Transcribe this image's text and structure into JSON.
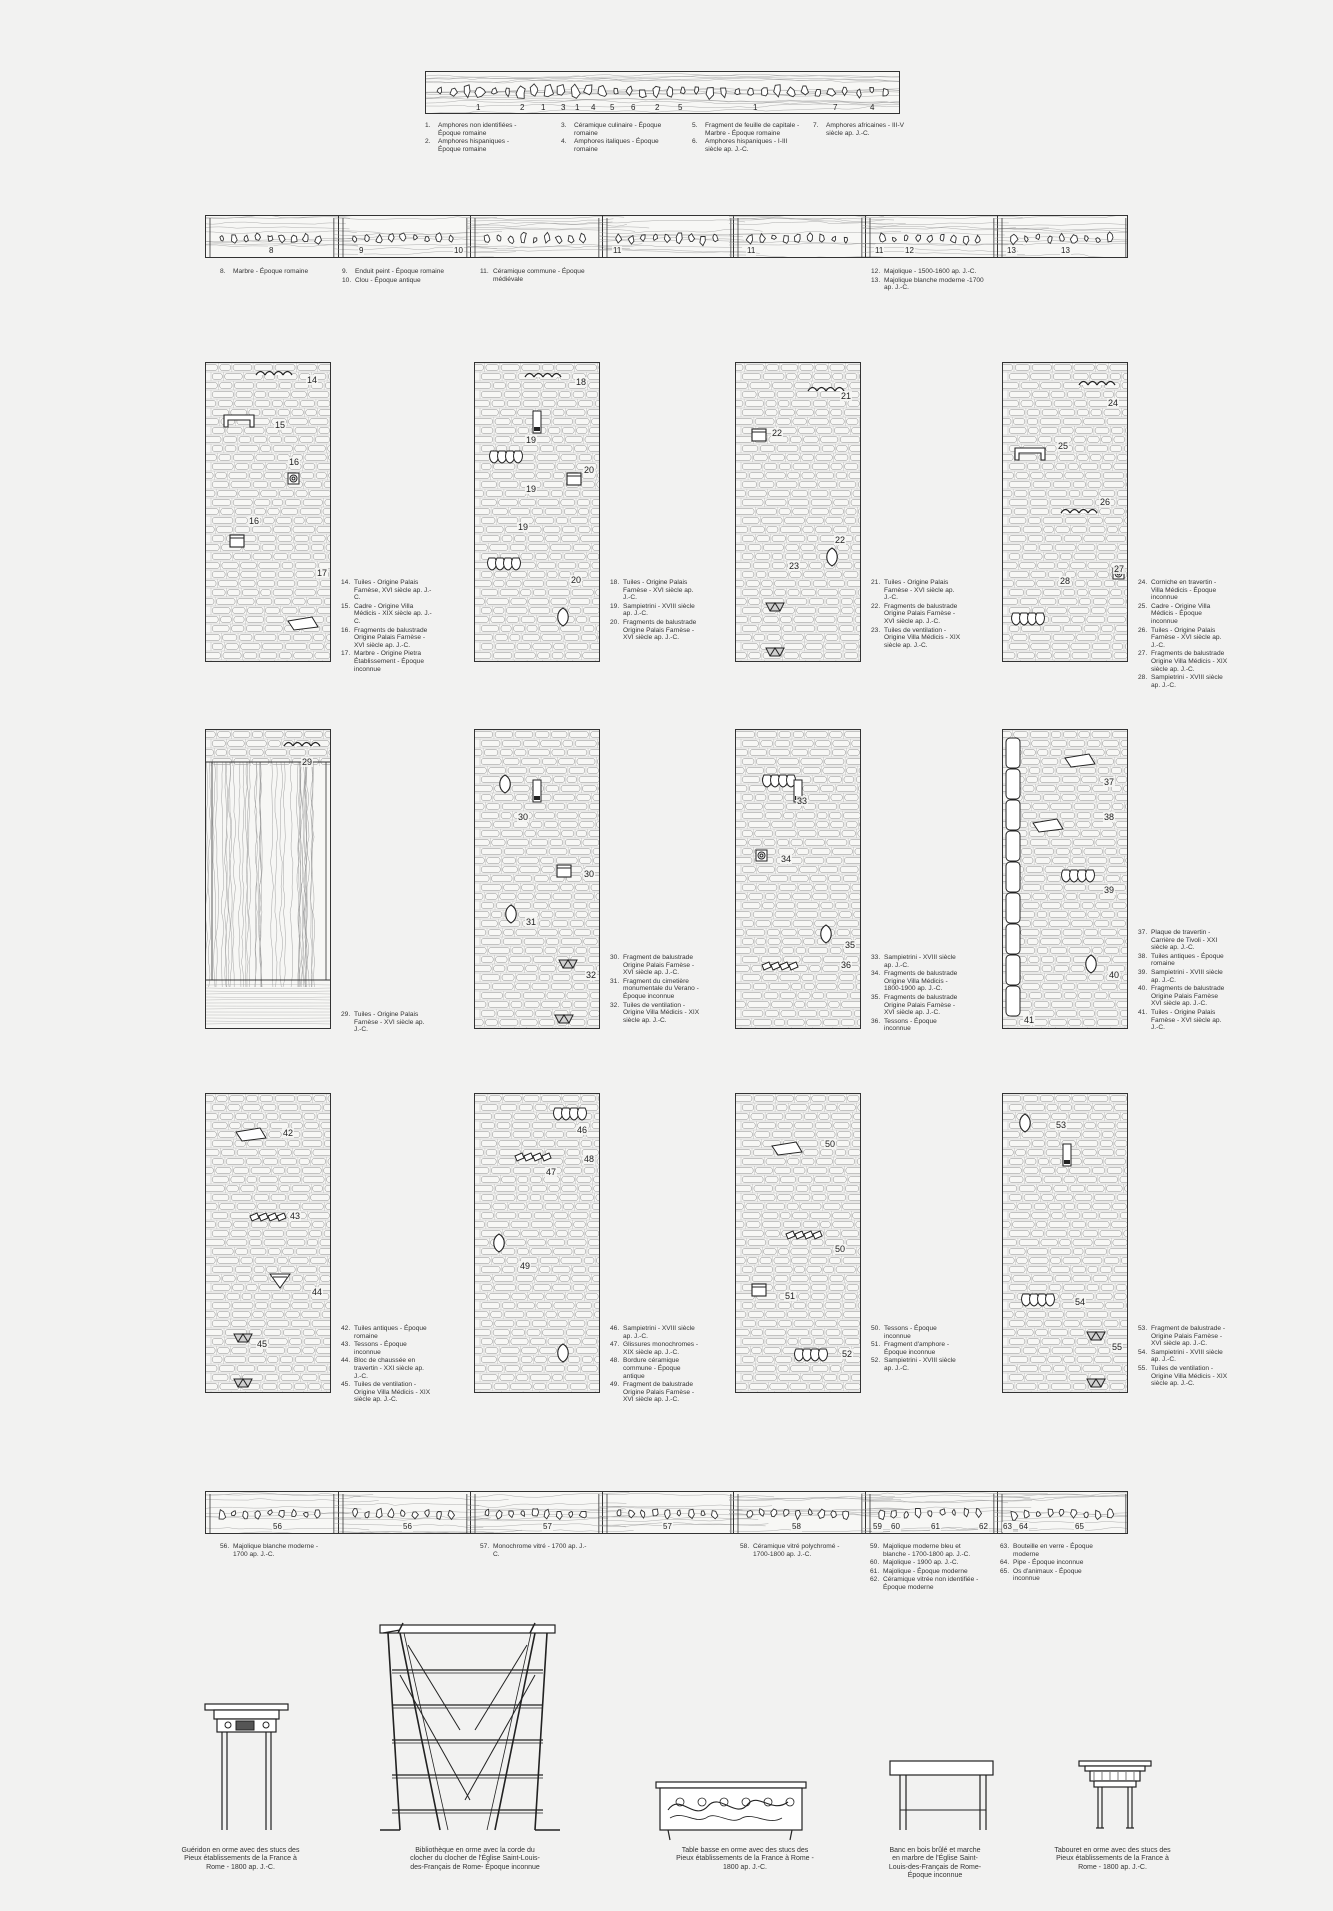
{
  "top_strip": {
    "numbers": [
      "1",
      "2",
      "1",
      "3",
      "1",
      "4",
      "5",
      "6",
      "2",
      "5",
      "1",
      "7",
      "4"
    ],
    "legend": [
      {
        "items": [
          [
            "1.",
            "Amphores non identifiées - Époque romaine"
          ],
          [
            "2.",
            "Amphores hispaniques - Époque romaine"
          ]
        ]
      },
      {
        "items": [
          [
            "3.",
            "Céramique culinaire - Époque romaine"
          ],
          [
            "4.",
            "Amphores italiques - Époque romaine"
          ]
        ]
      },
      {
        "items": [
          [
            "5.",
            "Fragment de feuille de capitale - Marbre - Époque romaine"
          ],
          [
            "6.",
            "Amphores hispaniques - I-III siècle ap. J.-C."
          ]
        ]
      },
      {
        "items": [
          [
            "7.",
            "Amphores africaines - III-V siècle ap. J.-C."
          ]
        ]
      }
    ]
  },
  "strip2": {
    "segments": [
      "8",
      "9",
      "10",
      "11",
      "11",
      "11",
      "12",
      "13",
      "13"
    ],
    "legend": [
      {
        "items": [
          [
            "8.",
            "Marbre - Époque romaine"
          ]
        ]
      },
      {
        "items": [
          [
            "9.",
            "Enduit peint - Époque romaine"
          ],
          [
            "10.",
            "Clou - Époque antique"
          ]
        ]
      },
      {
        "items": [
          [
            "11.",
            "Céramique commune - Époque médiévale"
          ]
        ]
      },
      {
        "items": [
          [
            "12.",
            "Majolique - 1500-1600 ap. J.-C."
          ],
          [
            "13.",
            "Majolique blanche moderne -1700 ap. J.-C."
          ]
        ]
      }
    ]
  },
  "panels_row1": [
    {
      "labels": [
        "14",
        "15",
        "16",
        "16",
        "17"
      ],
      "legend": [
        [
          "14.",
          "Tuiles - Origine Palais Farnèse, XVI siècle ap. J.-C."
        ],
        [
          "15.",
          "Cadre - Origine Villa Médicis - XIX siècle ap. J.-C."
        ],
        [
          "16.",
          "Fragments de balustrade Origine Palais Farnèse - XVI siècle ap. J.-C."
        ],
        [
          "17.",
          "Marbre - Origine Pietra Établissement - Époque inconnue"
        ]
      ]
    },
    {
      "labels": [
        "18",
        "19",
        "19",
        "20",
        "19",
        "20"
      ],
      "legend": [
        [
          "18.",
          "Tuiles - Origine Palais Farnèse - XVI siècle ap. J.-C."
        ],
        [
          "19.",
          "Sampietrini - XVIII siècle ap. J.-C."
        ],
        [
          "20.",
          "Fragments de balustrade Origine Palais Farnèse - XVI siècle ap. J.-C."
        ]
      ]
    },
    {
      "labels": [
        "21",
        "22",
        "22",
        "23"
      ],
      "legend": [
        [
          "21.",
          "Tuiles - Origine Palais Farnèse - XVI siècle ap. J.-C."
        ],
        [
          "22.",
          "Fragments de balustrade Origine Palais Farnèse - XVI siècle ap. J.-C."
        ],
        [
          "23.",
          "Tuiles de ventilation - Origine Villa Médicis - XIX siècle ap. J.-C."
        ]
      ]
    },
    {
      "labels": [
        "24",
        "25",
        "26",
        "27",
        "28"
      ],
      "legend": [
        [
          "24.",
          "Corniche en travertin - Villa Médicis - Époque inconnue"
        ],
        [
          "25.",
          "Cadre - Origine Villa Médicis - Époque inconnue"
        ],
        [
          "26.",
          "Tuiles - Origine Palais Farnèse - XVI siècle ap. J.-C."
        ],
        [
          "27.",
          "Fragments de balustrade Origine Villa Médicis - XIX siècle ap. J.-C."
        ],
        [
          "28.",
          "Sampietrini - XVIII siècle ap. J.-C."
        ]
      ]
    }
  ],
  "panels_row2": [
    {
      "labels": [
        "29"
      ],
      "legend": [
        [
          "29.",
          "Tuiles - Origine Palais Farnèse - XVI siècle ap. J.-C."
        ]
      ]
    },
    {
      "labels": [
        "30",
        "30",
        "31",
        "32"
      ],
      "legend": [
        [
          "30.",
          "Fragment de balustrade Origine Palais Farnèse - XVI siècle ap. J.-C."
        ],
        [
          "31.",
          "Fragment du cimetière monumentale du Verano - Époque inconnue"
        ],
        [
          "32.",
          "Tuiles de ventilation - Origine Villa Médicis - XIX siècle ap. J.-C."
        ]
      ]
    },
    {
      "labels": [
        "33",
        "34",
        "35",
        "36"
      ],
      "legend": [
        [
          "33.",
          "Sampietrini - XVIII siècle ap. J.-C."
        ],
        [
          "34.",
          "Fragments de balustrade Origine Villa Médicis - 1800-1900 ap. J.-C."
        ],
        [
          "35.",
          "Fragments de balustrade Origine Palais Farnèse - XVI siècle ap. J.-C."
        ],
        [
          "36.",
          "Tessons - Époque inconnue"
        ]
      ]
    },
    {
      "labels": [
        "37",
        "38",
        "39",
        "40",
        "41"
      ],
      "legend": [
        [
          "37.",
          "Plaque de travertin - Carrière de Tivoli - XXI siècle ap. J.-C."
        ],
        [
          "38.",
          "Tuiles antiques - Époque romaine"
        ],
        [
          "39.",
          "Sampietrini - XVIII siècle ap. J.-C."
        ],
        [
          "40.",
          "Fragments de balustrade Origine Palais Farnèse XVI siècle ap. J.-C."
        ],
        [
          "41.",
          "Tuiles - Origine Palais Farnèse - XVI siècle ap. J.-C."
        ]
      ]
    }
  ],
  "panels_row3": [
    {
      "labels": [
        "42",
        "43",
        "44",
        "45"
      ],
      "legend": [
        [
          "42.",
          "Tuiles antiques - Époque romaine"
        ],
        [
          "43.",
          "Tessons - Époque inconnue"
        ],
        [
          "44.",
          "Bloc de chaussée en travertin - XXI siècle ap. J.-C."
        ],
        [
          "45.",
          "Tuiles de ventilation - Origine Villa Médicis - XIX siècle ap. J.-C."
        ]
      ]
    },
    {
      "labels": [
        "46",
        "48",
        "47",
        "49"
      ],
      "legend": [
        [
          "46.",
          "Sampietrini - XVIII siècle ap. J.-C."
        ],
        [
          "47.",
          "Glissures monochromes - XIX siècle ap. J.-C."
        ],
        [
          "48.",
          "Bordure céramique commune - Époque antique"
        ],
        [
          "49.",
          "Fragment de balustrade Origine Palais Farnèse - XVI siècle ap. J.-C."
        ]
      ]
    },
    {
      "labels": [
        "50",
        "50",
        "51",
        "52"
      ],
      "legend": [
        [
          "50.",
          "Tessons - Époque inconnue"
        ],
        [
          "51.",
          "Fragment d'amphore - Époque inconnue"
        ],
        [
          "52.",
          "Sampietrini - XVIII siècle ap. J.-C."
        ]
      ]
    },
    {
      "labels": [
        "53",
        "54",
        "55"
      ],
      "legend": [
        [
          "53.",
          "Fragment de balustrade - Origine Palais Farnèse - XVI siècle ap. J.-C."
        ],
        [
          "54.",
          "Sampietrini - XVIII siècle ap. J.-C."
        ],
        [
          "55.",
          "Tuiles de ventilation - Origine Villa Médicis - XIX siècle ap. J.-C."
        ]
      ]
    }
  ],
  "strip3": {
    "segments": [
      "56",
      "56",
      "57",
      "57",
      "58",
      "59",
      "60",
      "61",
      "62",
      "63",
      "64",
      "65"
    ],
    "legend": [
      {
        "items": [
          [
            "56.",
            "Majolique blanche moderne - 1700 ap. J.-C."
          ]
        ]
      },
      {
        "items": [
          [
            "57.",
            "Monochrome vitré - 1700 ap. J.-C."
          ]
        ]
      },
      {
        "items": [
          [
            "58.",
            "Céramique vitré polychromé - 1700-1800 ap. J.-C."
          ]
        ]
      },
      {
        "items": [
          [
            "59.",
            "Majolique moderne bleu et blanche - 1700-1800 ap. J.-C."
          ],
          [
            "60.",
            "Majolique - 1900 ap. J.-C."
          ],
          [
            "61.",
            "Majolique - Époque moderne"
          ],
          [
            "62.",
            "Céramique vitrée non identifiée - Époque moderne"
          ]
        ]
      },
      {
        "items": [
          [
            "63.",
            "Bouteille en verre - Époque moderne"
          ],
          [
            "64.",
            "Pipe - Époque inconnue"
          ],
          [
            "65.",
            "Os d'animaux - Époque inconnue"
          ]
        ]
      }
    ]
  },
  "furniture": [
    {
      "caption": "Guéridon en orme avec des stucs des Pieux établissements de la France à Rome - 1800 ap. J.-C."
    },
    {
      "caption": "Bibliothèque en orme avec la corde du clocher du clocher de l'Église Saint-Louis-des-Français de Rome- Époque inconnue"
    },
    {
      "caption": "Table basse en orme avec des stucs des Pieux établissements de la France à Rome - 1800 ap. J.-C."
    },
    {
      "caption": "Banc en bois brûlé et marche en marbre de l'Église Saint-Louis-des-Français de Rome- Époque inconnue"
    },
    {
      "caption": "Tabouret en orme avec des stucs des Pieux établissements de la France à Rome - 1800 ap. J.-C."
    }
  ]
}
